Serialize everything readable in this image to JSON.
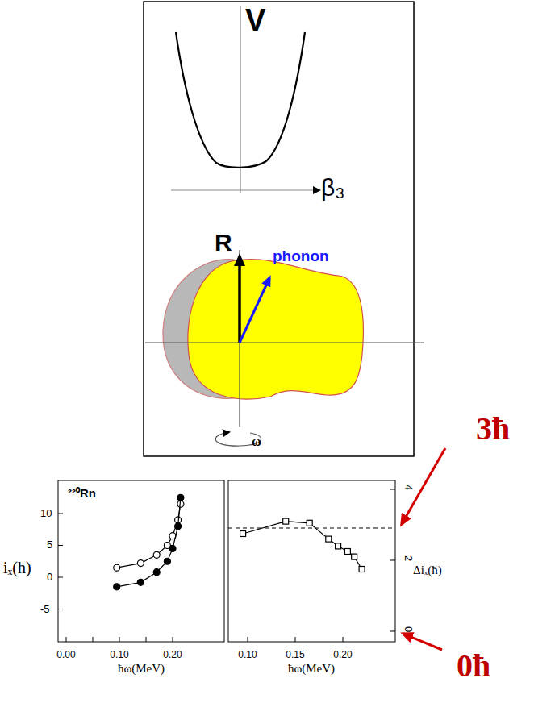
{
  "diagram": {
    "labels": [
      "V",
      "β₃",
      "R",
      "phonon",
      "ω",
      "²²⁰Rn",
      "iₓ(ħ)",
      "10",
      "5",
      "0",
      "-5",
      "0.00",
      "0.10",
      "0.20",
      "ħω(MeV)",
      "0.10",
      "0.15",
      "0.20",
      "ħω(MeV)",
      "4",
      "2",
      "0",
      "Δiₓ(ħ)",
      "3ħ",
      "0ħ"
    ]
  }
}
